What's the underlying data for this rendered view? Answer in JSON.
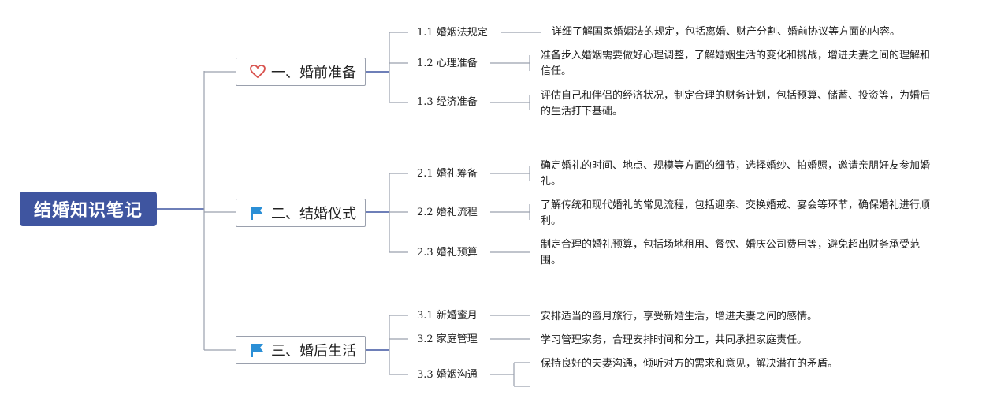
{
  "root": {
    "label": "结婚知识笔记"
  },
  "branches": [
    {
      "label": "一、婚前准备",
      "icon": "heart-icon",
      "children": [
        {
          "label": "1.1 婚姻法规定",
          "detail": "详细了解国家婚姻法的规定，包括离婚、财产分割、婚前协议等方面的内容。"
        },
        {
          "label": "1.2 心理准备",
          "detail": "准备步入婚姻需要做好心理调整，了解婚姻生活的变化和挑战，增进夫妻之间的理解和信任。"
        },
        {
          "label": "1.3 经济准备",
          "detail": "评估自己和伴侣的经济状况，制定合理的财务计划，包括预算、储蓄、投资等，为婚后的生活打下基础。"
        }
      ]
    },
    {
      "label": "二、结婚仪式",
      "icon": "flag-icon",
      "children": [
        {
          "label": "2.1 婚礼筹备",
          "detail": "确定婚礼的时间、地点、规模等方面的细节，选择婚纱、拍婚照，邀请亲朋好友参加婚礼。"
        },
        {
          "label": "2.2 婚礼流程",
          "detail": "了解传统和现代婚礼的常见流程，包括迎亲、交换婚戒、宴会等环节，确保婚礼进行顺利。"
        },
        {
          "label": "2.3 婚礼预算",
          "detail": "制定合理的婚礼预算，包括场地租用、餐饮、婚庆公司费用等，避免超出财务承受范围。"
        }
      ]
    },
    {
      "label": "三、婚后生活",
      "icon": "flag-icon",
      "children": [
        {
          "label": "3.1 新婚蜜月",
          "detail": "安排适当的蜜月旅行，享受新婚生活，增进夫妻之间的感情。"
        },
        {
          "label": "3.2 家庭管理",
          "detail": "学习管理家务，合理安排时间和分工，共同承担家庭责任。"
        },
        {
          "label": "3.3 婚姻沟通",
          "detail": "保持良好的夫妻沟通，倾听对方的需求和意见，解决潜在的矛盾。"
        }
      ]
    }
  ],
  "colors": {
    "root_fill": "#3f55a0",
    "line": "#3f55a0",
    "heart": "#d9534f",
    "flag": "#2b8fd6",
    "border": "#9aa0ad"
  }
}
